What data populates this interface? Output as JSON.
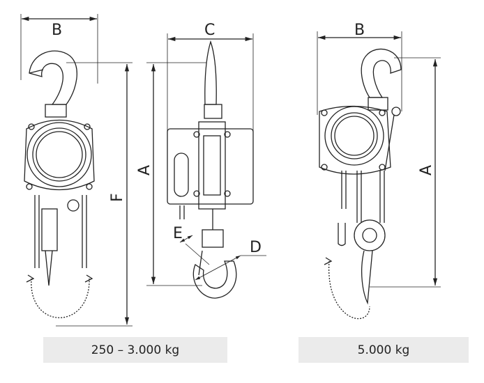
{
  "dimensions": {
    "left_width": "B",
    "left_height": "F",
    "middle_width": "C",
    "middle_height": "A",
    "middle_hook_opening": "E",
    "middle_hook_diameter": "D",
    "right_width": "B",
    "right_height": "A"
  },
  "captions": {
    "left": "250 – 3.000 kg",
    "right": "5.000 kg"
  },
  "colors": {
    "line": "#222222",
    "caption_bg": "#ebebeb"
  }
}
